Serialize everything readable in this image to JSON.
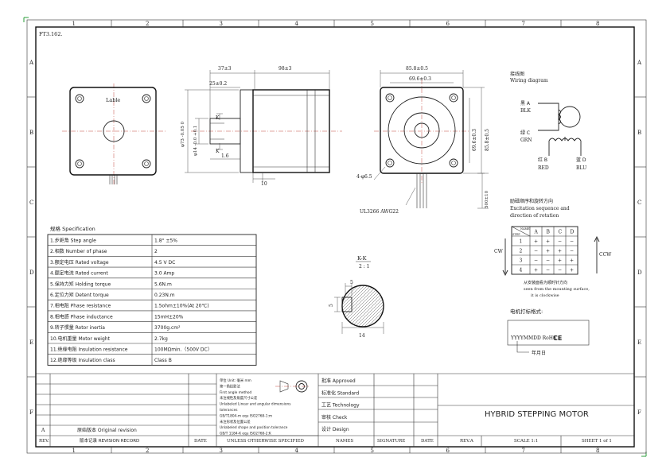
{
  "drawing_no": "FT3.162.",
  "border": {
    "columns": [
      "1",
      "2",
      "3",
      "4",
      "5",
      "6",
      "7",
      "8"
    ],
    "rows": [
      "A",
      "B",
      "C",
      "D",
      "E",
      "F"
    ]
  },
  "front_view": {
    "label": "Lable"
  },
  "side_view": {
    "dims": [
      "37±3",
      "98±3",
      "25±0.2",
      "K",
      "K",
      "1.6",
      "10"
    ],
    "shaft_dia": "φ14 -0.0 +0.1",
    "flange_dia": "φ73 -0.05 0"
  },
  "rear_view": {
    "dims": [
      "85.8±0.5",
      "69.6±0.3",
      "69.6±0.3",
      "85.8±0.5",
      "500±10",
      "4-φ6.5"
    ],
    "cable": "UL3266 AWG22"
  },
  "section": {
    "title": "K-K",
    "scale": "2 : 1",
    "dims": [
      "5",
      "5",
      "14"
    ]
  },
  "wiring": {
    "title_cn": "接线图",
    "title_en": "Wiring diagram",
    "wires": [
      "黑 A",
      "BLK",
      "绿 C",
      "GRN",
      "红 B",
      "蓝 D",
      "RED",
      "BLU"
    ]
  },
  "excitation": {
    "title_cn": "励磁顺序和旋转方向",
    "title_en_1": "Excitation sequence and",
    "title_en_2": "direction of rotation",
    "header_name": "NAME",
    "header_step": "STEP",
    "headers": [
      "A",
      "B",
      "C",
      "D"
    ],
    "rows": [
      {
        "step": "1",
        "cells": [
          "+",
          "+",
          "−",
          "−"
        ]
      },
      {
        "step": "2",
        "cells": [
          "−",
          "+",
          "+",
          "−"
        ]
      },
      {
        "step": "3",
        "cells": [
          "−",
          "−",
          "+",
          "+"
        ]
      },
      {
        "step": "4",
        "cells": [
          "+",
          "−",
          "−",
          "+"
        ]
      }
    ],
    "cw": "CW",
    "ccw": "CCW",
    "note_cn": "从安装面看为顺时针方向",
    "note_en_1": "seen from the mounting surface,",
    "note_en_2": "it is clockwise"
  },
  "marking": {
    "title": "电机打标格式:",
    "text": "YYYYMMDD RoHS",
    "ce": "CE",
    "date_label": "年月日"
  },
  "spec": {
    "title": "规格 Specification",
    "rows": [
      {
        "name": "1.步距角 Step angle",
        "value": "1.8° ±5%"
      },
      {
        "name": "2.相数 Number of phase",
        "value": "2"
      },
      {
        "name": "3.额定电压 Rated voltage",
        "value": "4.5 V DC"
      },
      {
        "name": "4.额定电流 Rated current",
        "value": "3.0 Amp"
      },
      {
        "name": "5.保持力矩 Holding torque",
        "value": "5.6N.m"
      },
      {
        "name": "6.定位力矩 Detent torque",
        "value": "0.23N.m"
      },
      {
        "name": "7.相电阻 Phase resistance",
        "value": "1.5ohm±10%(At 20℃)"
      },
      {
        "name": "8.相电感 Phase inductance",
        "value": "15mH±20%"
      },
      {
        "name": "9.转子惯量 Rotor inertia",
        "value": "3700g.cm²"
      },
      {
        "name": "10.电机重量 Motor weight",
        "value": "2.7kg"
      },
      {
        "name": "11.绝缘电阻 Insulation resistance",
        "value": "100MΩmin.（500V DC）"
      },
      {
        "name": "12.绝缘等级 Insulation class",
        "value": "Class B"
      }
    ]
  },
  "title_block": {
    "revision": {
      "rev": "A",
      "record": "原始版本 Original revision"
    },
    "rev_header": "REV.",
    "record_header": "版本记录 REVISION RECORD",
    "date_header": "DATE",
    "unless_header": "UNLESS OTHERWISE SPECIFIED",
    "names_header": "NAMES",
    "signature_header": "SIGNATURE",
    "date2_header": "DATE",
    "rev_value": "REV.A",
    "scale": "SCALE 1:1",
    "sheet": "SHEET 1 of 1",
    "tolerance_notes": [
      "单位 Unit: 毫米 mm",
      "第一角投影法",
      "First angle method",
      "未注线性及角度尺寸公差",
      "Unlabeled Linear and angular dimensions",
      "tolerances",
      "GB/T1804-m  equ ISO2768-1:m",
      "未注形状及位置公差",
      "Unlabeled shape and position tolerance",
      "GB/T 1184-K  equ ISO2768-2:K"
    ],
    "approvals": [
      "批准 Approved",
      "标准化 Standard",
      "工艺 Technology",
      "审核 Check",
      "设计 Design"
    ],
    "product": "HYBRID STEPPING MOTOR"
  }
}
